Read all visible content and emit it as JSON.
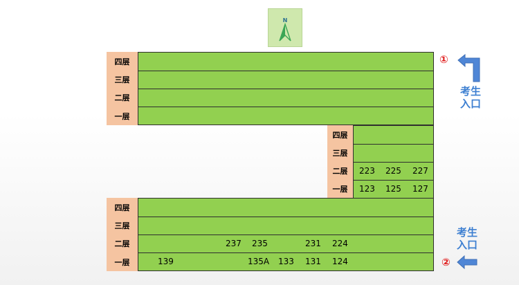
{
  "compass": {
    "label": "N"
  },
  "blocks": {
    "top": {
      "floors": [
        "四层",
        "三层",
        "二层",
        "一层"
      ]
    },
    "middle": {
      "floors": [
        "四层",
        "三层",
        "二层",
        "一层"
      ],
      "rooms": {
        "floor2": [
          "223",
          "225",
          "227"
        ],
        "floor1": [
          "123",
          "125",
          "127"
        ]
      }
    },
    "bottom": {
      "floors": [
        "四层",
        "三层",
        "二层",
        "一层"
      ],
      "rooms": {
        "floor2": [
          "237",
          "235",
          "231",
          "224"
        ],
        "floor1": [
          "139",
          "135A",
          "133",
          "131",
          "124"
        ]
      }
    }
  },
  "entrances": [
    {
      "number": "①",
      "label_line1": "考生",
      "label_line2": "入口"
    },
    {
      "number": "②",
      "label_line1": "考生",
      "label_line2": "入口"
    }
  ],
  "colors": {
    "floor_fill": "#92d050",
    "label_fill": "#f5c4a1",
    "arrow": "#4f86d6",
    "entrance_number": "#e02020"
  }
}
